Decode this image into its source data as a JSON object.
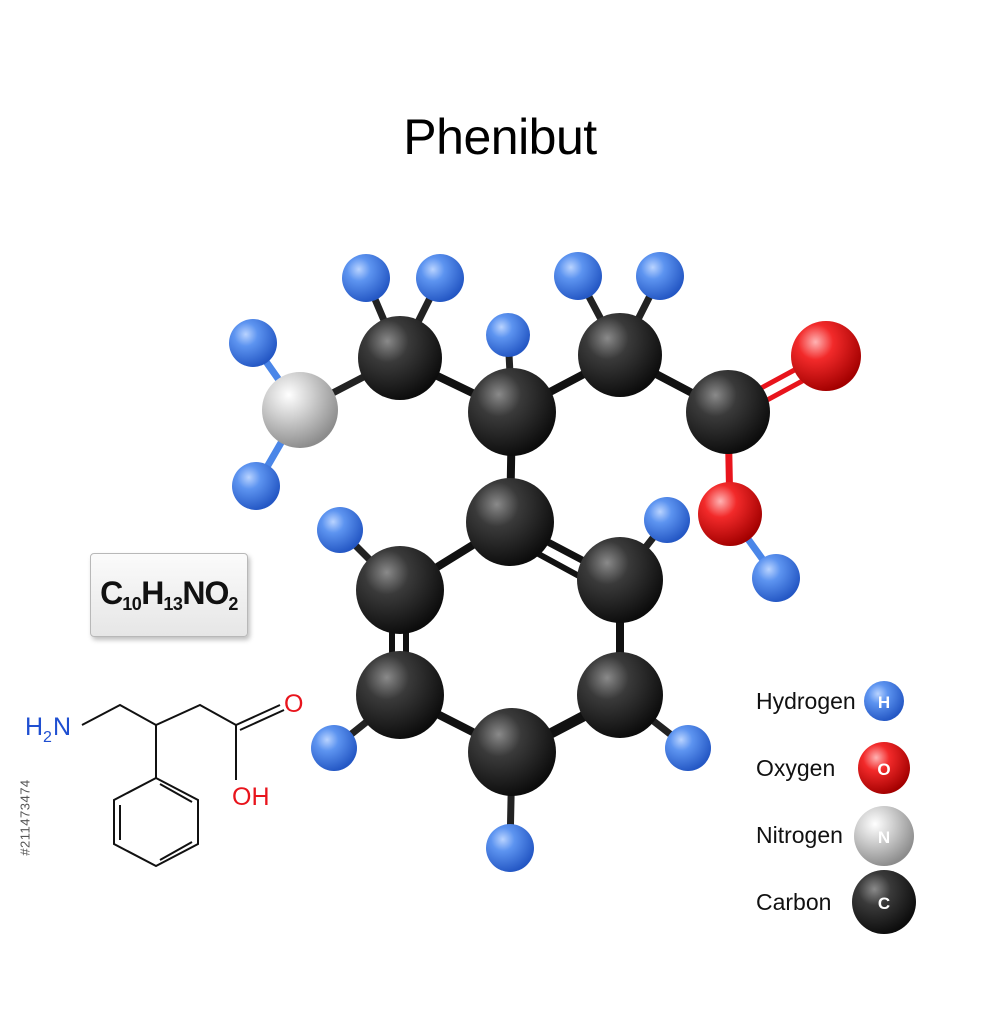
{
  "title": "Phenibut",
  "formula": {
    "c": "C",
    "c_count": "10",
    "h": "H",
    "h_count": "13",
    "rest": "NO",
    "o_count": "2"
  },
  "skeletal": {
    "amine_h": "H",
    "amine_sub": "2",
    "amine_n": "N",
    "carbonyl_o": "O",
    "hydroxyl": "OH"
  },
  "legend": [
    {
      "label": "Hydrogen",
      "symbol": "H",
      "color": "#4a86e8"
    },
    {
      "label": "Oxygen",
      "symbol": "O",
      "color": "#e8141c"
    },
    {
      "label": "Nitrogen",
      "symbol": "N",
      "color": "#c8c8c8"
    },
    {
      "label": "Carbon",
      "symbol": "C",
      "color": "#2e2e2e"
    }
  ],
  "colors": {
    "hydrogen": "#4a86e8",
    "oxygen": "#e8141c",
    "nitrogen": "#c8c8c8",
    "carbon": "#2e2e2e",
    "skeletal_n": "#1f4fd1",
    "skeletal_o": "#e8141c"
  },
  "watermark": "#211473474"
}
